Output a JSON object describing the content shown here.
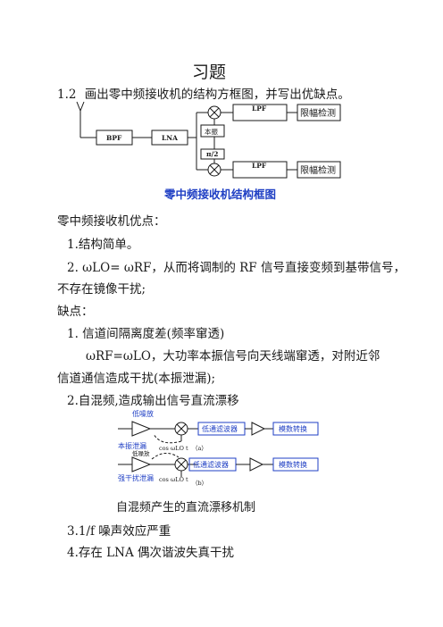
{
  "title": "习题",
  "question": {
    "number": "1.2",
    "text": "画出零中频接收机的结构方框图，并写出优缺点。"
  },
  "diagram1": {
    "blocks": {
      "bpf": "BPF",
      "lna": "LNA",
      "lpf_top": "LPF",
      "lpf_bottom": "LPF",
      "osc": "本振",
      "phase": "π/2",
      "limiter_top": "限幅检测",
      "limiter_bottom": "限幅检测"
    },
    "caption": "零中频接收机结构框图"
  },
  "advantages": {
    "heading": "零中频接收机优点：",
    "item1": "1.结构简单。",
    "item2_line1": "2. ωLO= ωRF，从而将调制的 RF 信号直接变频到基带信号，",
    "item2_line2": "不存在镜像干扰;"
  },
  "disadvantages": {
    "heading": "缺点：",
    "item1_title": "1.  信道间隔离度差(频率窜透)",
    "item1_line1": "ωRF=ωLO，大功率本振信号向天线端窜透，对附近邻",
    "item1_line2": "信道通信造成干扰(本振泄漏);",
    "item2": "2.自混频,造成输出信号直流漂移",
    "item3": "3.1/f 噪声效应严重",
    "item4": "4.存在 LNA 偶次谐波失真干扰"
  },
  "diagram2": {
    "labels": {
      "lna": "低噪放",
      "lpf_top": "低通滤波器",
      "lpf_bottom": "低通滤波器",
      "adc_top": "模数转换",
      "adc_bottom": "模数转换",
      "lo_leak": "本振泄漏",
      "interferer_leak": "强干扰泄漏",
      "cos_top": "cos ωLO t",
      "cos_bottom": "cos ωLO t",
      "sub_a": "（a）",
      "sub_b": "（b）",
      "small_lna": "低噪放"
    },
    "caption": "自混频产生的直流漂移机制"
  }
}
